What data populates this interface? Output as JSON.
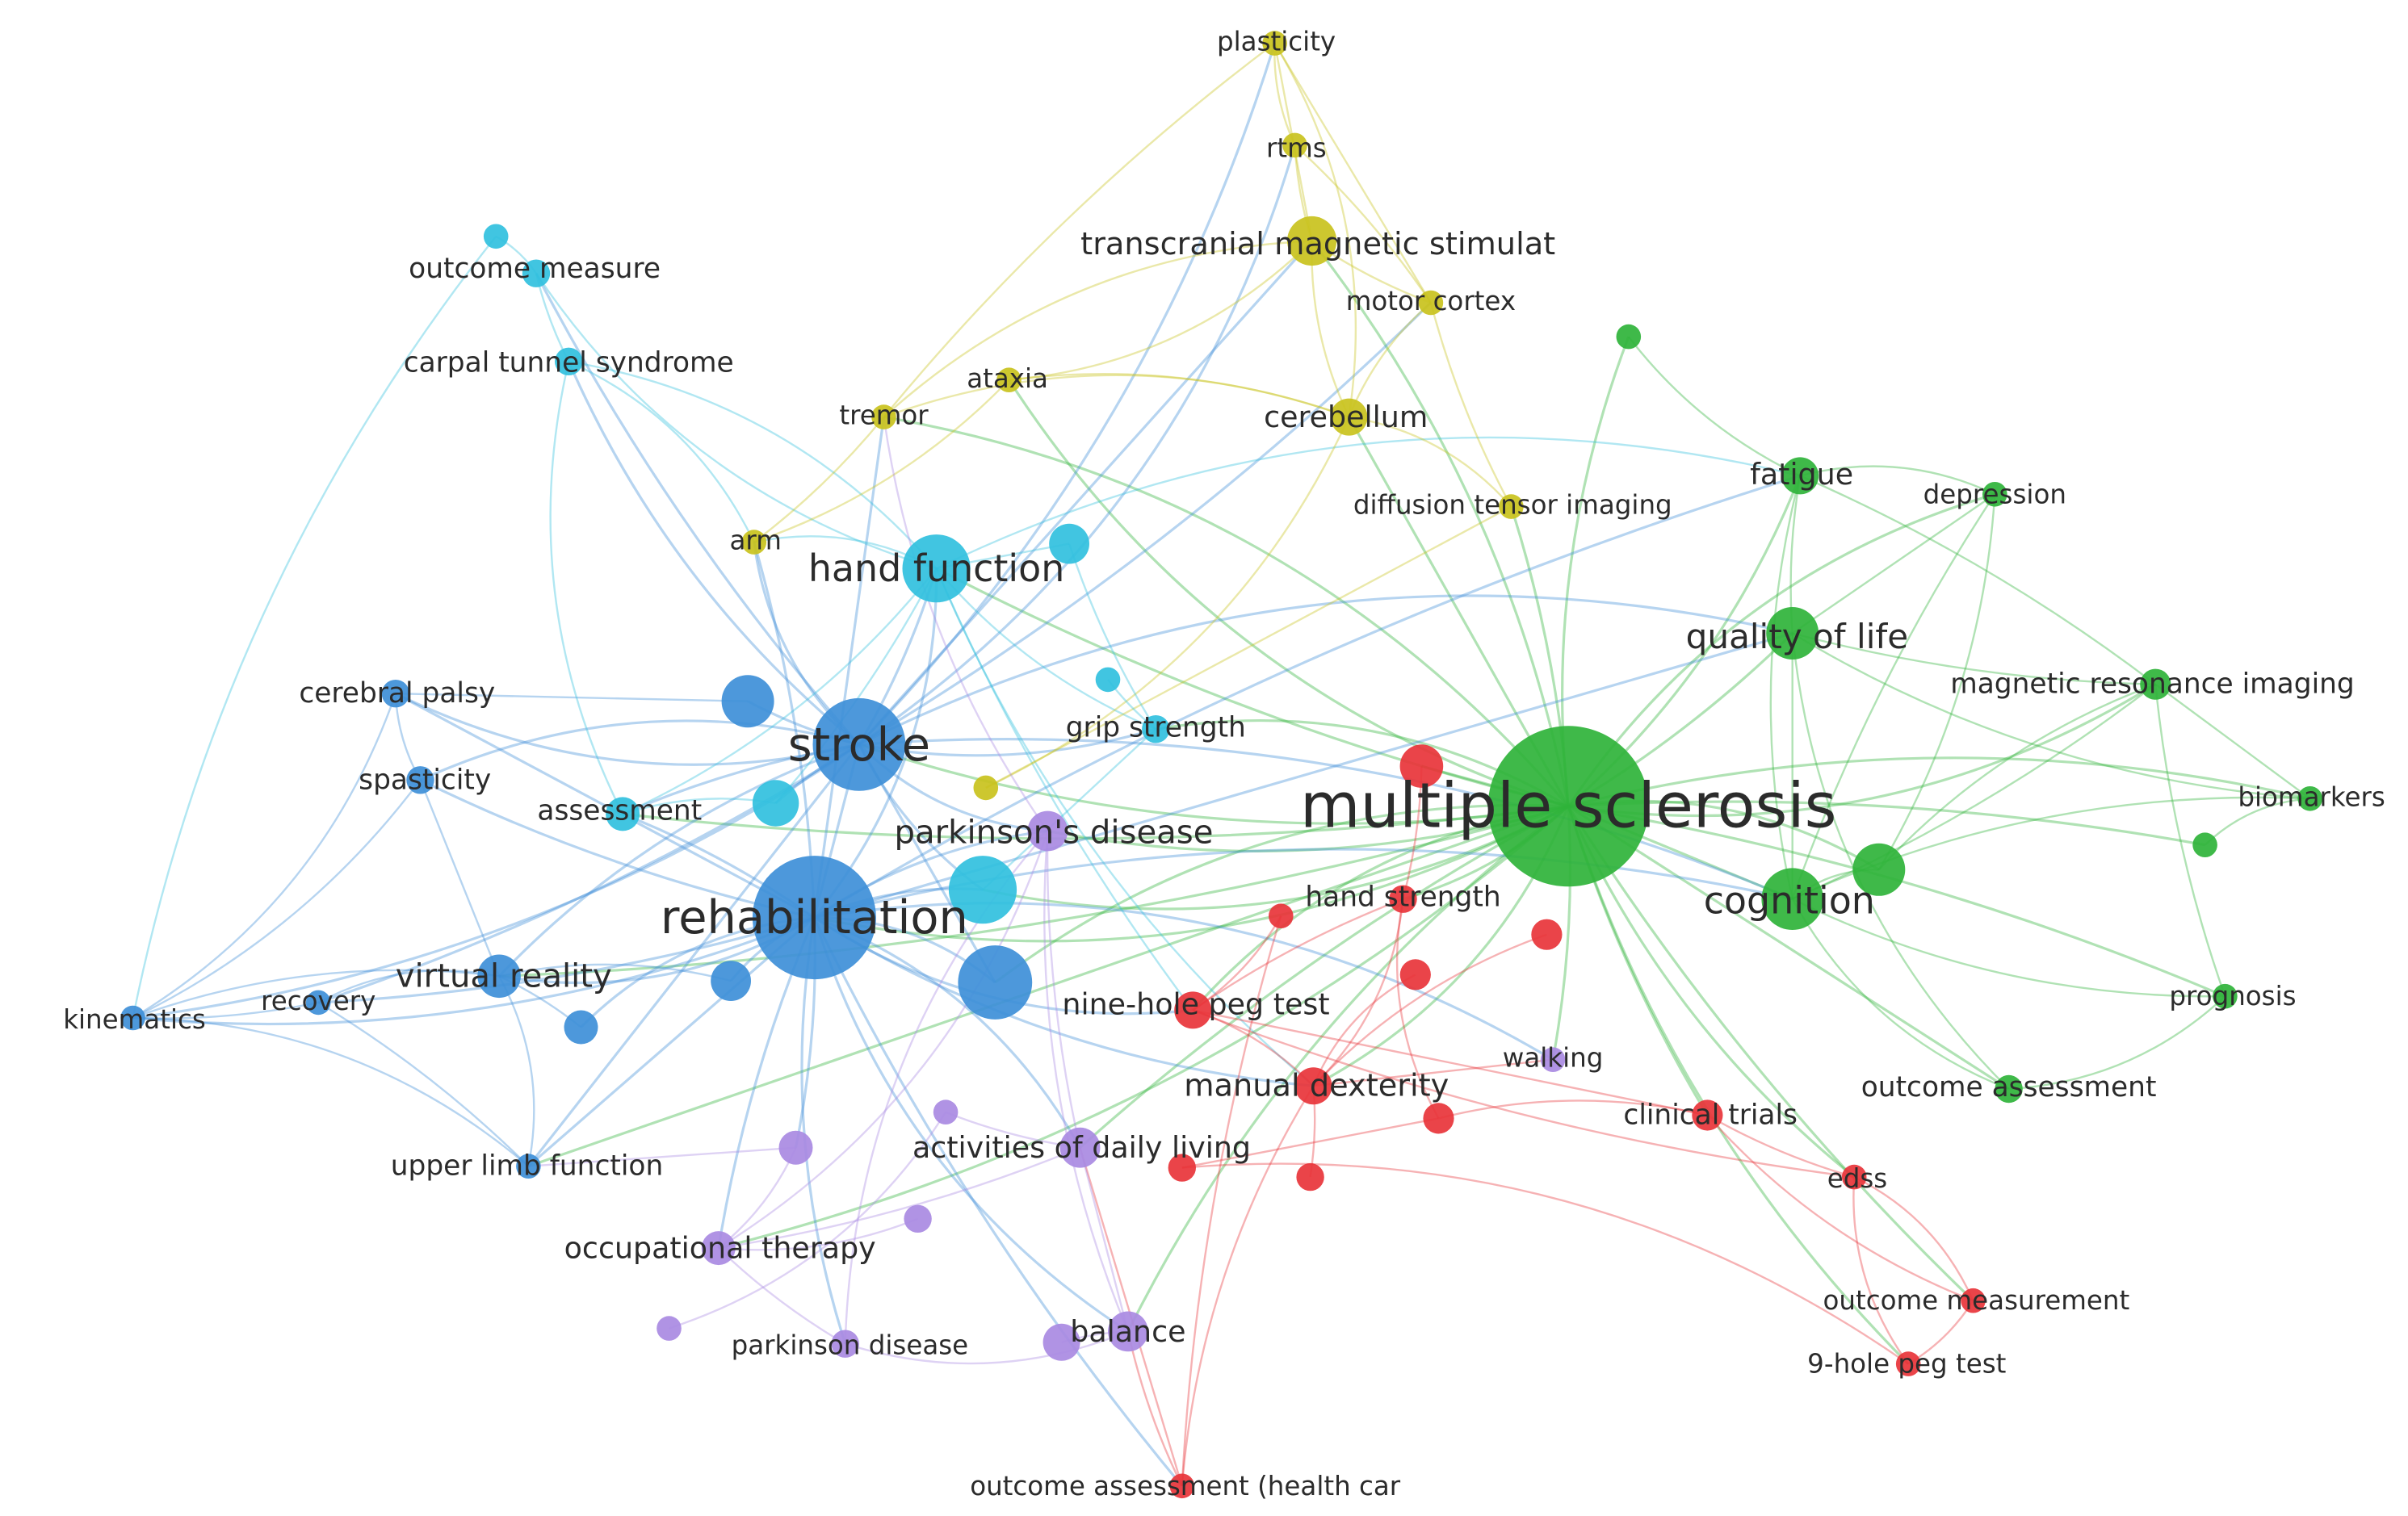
{
  "colors": {
    "green": "#2fb33a",
    "red": "#e8343a",
    "blue": "#3e8fd8",
    "cyan": "#31c0de",
    "yellow": "#c9c21d",
    "purple": "#a98ae2",
    "label": "#2b2b2b"
  },
  "nodes": [
    {
      "id": "multiple-sclerosis",
      "label": "multiple sclerosis",
      "cluster": "green",
      "weight": 10
    },
    {
      "id": "stroke",
      "label": "stroke",
      "cluster": "blue",
      "weight": 6
    },
    {
      "id": "rehabilitation",
      "label": "rehabilitation",
      "cluster": "blue",
      "weight": 9
    },
    {
      "id": "hand-function",
      "label": "hand function",
      "cluster": "cyan",
      "weight": 4
    },
    {
      "id": "cognition",
      "label": "cognition",
      "cluster": "green",
      "weight": 4
    },
    {
      "id": "quality-of-life",
      "label": "quality of life",
      "cluster": "green",
      "weight": 4
    },
    {
      "id": "virtual-reality",
      "label": "virtual reality",
      "cluster": "blue",
      "weight": 3
    },
    {
      "id": "parkinsons-disease",
      "label": "parkinson's disease",
      "cluster": "purple",
      "weight": 3
    },
    {
      "id": "nine-hole-peg-test",
      "label": "nine-hole peg test",
      "cluster": "red",
      "weight": 3
    },
    {
      "id": "manual-dexterity",
      "label": "manual dexterity",
      "cluster": "red",
      "weight": 3
    },
    {
      "id": "activities-of-daily-living",
      "label": "activities of daily living",
      "cluster": "purple",
      "weight": 3
    },
    {
      "id": "transcranial-magnetic-stimulation",
      "label": "transcranial magnetic stimulat",
      "cluster": "yellow",
      "weight": 3
    },
    {
      "id": "fatigue",
      "label": "fatigue",
      "cluster": "green",
      "weight": 3
    },
    {
      "id": "balance",
      "label": "balance",
      "cluster": "purple",
      "weight": 3
    },
    {
      "id": "cerebellum",
      "label": "cerebellum",
      "cluster": "yellow",
      "weight": 2
    },
    {
      "id": "occupational-therapy",
      "label": "occupational therapy",
      "cluster": "purple",
      "weight": 2
    },
    {
      "id": "magnetic-resonance-imaging",
      "label": "magnetic resonance imaging",
      "cluster": "green",
      "weight": 2
    },
    {
      "id": "outcome-assessment",
      "label": "outcome assessment",
      "cluster": "green",
      "weight": 2
    },
    {
      "id": "clinical-trials",
      "label": "clinical trials",
      "cluster": "red",
      "weight": 2
    },
    {
      "id": "grip-strength",
      "label": "grip strength",
      "cluster": "cyan",
      "weight": 2
    },
    {
      "id": "hand-strength",
      "label": "hand strength",
      "cluster": "red",
      "weight": 2
    },
    {
      "id": "assessment",
      "label": "assessment",
      "cluster": "cyan",
      "weight": 2
    },
    {
      "id": "upper-limb-function",
      "label": "upper limb function",
      "cluster": "blue",
      "weight": 2
    },
    {
      "id": "cerebral-palsy",
      "label": "cerebral palsy",
      "cluster": "blue",
      "weight": 2
    },
    {
      "id": "spasticity",
      "label": "spasticity",
      "cluster": "blue",
      "weight": 2
    },
    {
      "id": "recovery",
      "label": "recovery",
      "cluster": "blue",
      "weight": 2
    },
    {
      "id": "kinematics",
      "label": "kinematics",
      "cluster": "blue",
      "weight": 2
    },
    {
      "id": "outcome-measure",
      "label": "outcome measure",
      "cluster": "cyan",
      "weight": 2
    },
    {
      "id": "carpal-tunnel-syndrome",
      "label": "carpal tunnel syndrome",
      "cluster": "cyan",
      "weight": 2
    },
    {
      "id": "arm",
      "label": "arm",
      "cluster": "yellow",
      "weight": 2
    },
    {
      "id": "tremor",
      "label": "tremor",
      "cluster": "yellow",
      "weight": 2
    },
    {
      "id": "ataxia",
      "label": "ataxia",
      "cluster": "yellow",
      "weight": 2
    },
    {
      "id": "motor-cortex",
      "label": "motor cortex",
      "cluster": "yellow",
      "weight": 2
    },
    {
      "id": "rtms",
      "label": "rtms",
      "cluster": "yellow",
      "weight": 2
    },
    {
      "id": "plasticity",
      "label": "plasticity",
      "cluster": "yellow",
      "weight": 2
    },
    {
      "id": "diffusion-tensor-imaging",
      "label": "diffusion tensor imaging",
      "cluster": "yellow",
      "weight": 2
    },
    {
      "id": "depression",
      "label": "depression",
      "cluster": "green",
      "weight": 2
    },
    {
      "id": "biomarkers",
      "label": "biomarkers",
      "cluster": "green",
      "weight": 2
    },
    {
      "id": "prognosis",
      "label": "prognosis",
      "cluster": "green",
      "weight": 2
    },
    {
      "id": "walking",
      "label": "walking",
      "cluster": "purple",
      "weight": 2
    },
    {
      "id": "edss",
      "label": "edss",
      "cluster": "red",
      "weight": 2
    },
    {
      "id": "outcome-measurement",
      "label": "outcome measurement",
      "cluster": "red",
      "weight": 2
    },
    {
      "id": "9-hole-peg-test",
      "label": "9-hole peg test",
      "cluster": "red",
      "weight": 2
    },
    {
      "id": "parkinson-disease",
      "label": "parkinson disease",
      "cluster": "purple",
      "weight": 2
    },
    {
      "id": "outcome-assessment-health-care",
      "label": "outcome assessment (health car",
      "cluster": "red",
      "weight": 2
    },
    {
      "id": "blue-a",
      "label": "",
      "cluster": "blue",
      "weight": 4
    },
    {
      "id": "blue-b",
      "label": "",
      "cluster": "blue",
      "weight": 3
    },
    {
      "id": "blue-c",
      "label": "",
      "cluster": "blue",
      "weight": 2
    },
    {
      "id": "blue-d",
      "label": "",
      "cluster": "blue",
      "weight": 5
    },
    {
      "id": "cyan-a",
      "label": "",
      "cluster": "cyan",
      "weight": 3
    },
    {
      "id": "cyan-b",
      "label": "",
      "cluster": "cyan",
      "weight": 4
    },
    {
      "id": "cyan-c",
      "label": "",
      "cluster": "cyan",
      "weight": 2
    },
    {
      "id": "cyan-d",
      "label": "",
      "cluster": "cyan",
      "weight": 1
    },
    {
      "id": "cyan-e",
      "label": "",
      "cluster": "cyan",
      "weight": 1
    },
    {
      "id": "yellow-a",
      "label": "",
      "cluster": "yellow",
      "weight": 1
    },
    {
      "id": "green-a",
      "label": "",
      "cluster": "green",
      "weight": 3
    },
    {
      "id": "green-b",
      "label": "",
      "cluster": "green",
      "weight": 1
    },
    {
      "id": "green-c",
      "label": "",
      "cluster": "green",
      "weight": 1
    },
    {
      "id": "red-a",
      "label": "",
      "cluster": "red",
      "weight": 3
    },
    {
      "id": "red-b",
      "label": "",
      "cluster": "red",
      "weight": 2
    },
    {
      "id": "red-c",
      "label": "",
      "cluster": "red",
      "weight": 2
    },
    {
      "id": "red-d",
      "label": "",
      "cluster": "red",
      "weight": 2
    },
    {
      "id": "red-e",
      "label": "",
      "cluster": "red",
      "weight": 1
    },
    {
      "id": "red-f",
      "label": "",
      "cluster": "red",
      "weight": 2
    },
    {
      "id": "red-g",
      "label": "",
      "cluster": "red",
      "weight": 2
    },
    {
      "id": "purple-a",
      "label": "",
      "cluster": "purple",
      "weight": 2
    },
    {
      "id": "purple-b",
      "label": "",
      "cluster": "purple",
      "weight": 1
    },
    {
      "id": "purple-c",
      "label": "",
      "cluster": "purple",
      "weight": 1
    },
    {
      "id": "purple-d",
      "label": "",
      "cluster": "purple",
      "weight": 1
    },
    {
      "id": "purple-e",
      "label": "",
      "cluster": "purple",
      "weight": 2
    }
  ],
  "edges": [
    [
      "multiple-sclerosis",
      "rehabilitation"
    ],
    [
      "multiple-sclerosis",
      "stroke"
    ],
    [
      "multiple-sclerosis",
      "hand-function"
    ],
    [
      "multiple-sclerosis",
      "cognition"
    ],
    [
      "multiple-sclerosis",
      "quality-of-life"
    ],
    [
      "multiple-sclerosis",
      "fatigue"
    ],
    [
      "multiple-sclerosis",
      "magnetic-resonance-imaging"
    ],
    [
      "multiple-sclerosis",
      "depression"
    ],
    [
      "multiple-sclerosis",
      "biomarkers"
    ],
    [
      "multiple-sclerosis",
      "prognosis"
    ],
    [
      "multiple-sclerosis",
      "outcome-assessment"
    ],
    [
      "multiple-sclerosis",
      "clinical-trials"
    ],
    [
      "multiple-sclerosis",
      "edss"
    ],
    [
      "multiple-sclerosis",
      "nine-hole-peg-test"
    ],
    [
      "multiple-sclerosis",
      "manual-dexterity"
    ],
    [
      "multiple-sclerosis",
      "hand-strength"
    ],
    [
      "multiple-sclerosis",
      "walking"
    ],
    [
      "multiple-sclerosis",
      "cerebellum"
    ],
    [
      "multiple-sclerosis",
      "diffusion-tensor-imaging"
    ],
    [
      "multiple-sclerosis",
      "transcranial-magnetic-stimulation"
    ],
    [
      "multiple-sclerosis",
      "tremor"
    ],
    [
      "multiple-sclerosis",
      "ataxia"
    ],
    [
      "multiple-sclerosis",
      "parkinsons-disease"
    ],
    [
      "multiple-sclerosis",
      "virtual-reality"
    ],
    [
      "multiple-sclerosis",
      "upper-limb-function"
    ],
    [
      "multiple-sclerosis",
      "activities-of-daily-living"
    ],
    [
      "multiple-sclerosis",
      "balance"
    ],
    [
      "multiple-sclerosis",
      "grip-strength"
    ],
    [
      "multiple-sclerosis",
      "green-a"
    ],
    [
      "multiple-sclerosis",
      "green-b"
    ],
    [
      "multiple-sclerosis",
      "green-c"
    ],
    [
      "multiple-sclerosis",
      "red-a"
    ],
    [
      "multiple-sclerosis",
      "outcome-measurement"
    ],
    [
      "multiple-sclerosis",
      "9-hole-peg-test"
    ],
    [
      "multiple-sclerosis",
      "blue-d"
    ],
    [
      "multiple-sclerosis",
      "cyan-b"
    ],
    [
      "multiple-sclerosis",
      "occupational-therapy"
    ],
    [
      "multiple-sclerosis",
      "assessment"
    ],
    [
      "stroke",
      "rehabilitation"
    ],
    [
      "stroke",
      "hand-function"
    ],
    [
      "stroke",
      "virtual-reality"
    ],
    [
      "stroke",
      "spasticity"
    ],
    [
      "stroke",
      "cerebral-palsy"
    ],
    [
      "stroke",
      "kinematics"
    ],
    [
      "stroke",
      "recovery"
    ],
    [
      "stroke",
      "upper-limb-function"
    ],
    [
      "stroke",
      "assessment"
    ],
    [
      "stroke",
      "grip-strength"
    ],
    [
      "stroke",
      "parkinsons-disease"
    ],
    [
      "stroke",
      "arm"
    ],
    [
      "stroke",
      "carpal-tunnel-syndrome"
    ],
    [
      "stroke",
      "outcome-measure"
    ],
    [
      "stroke",
      "transcranial-magnetic-stimulation"
    ],
    [
      "stroke",
      "motor-cortex"
    ],
    [
      "stroke",
      "plasticity"
    ],
    [
      "stroke",
      "rtms"
    ],
    [
      "stroke",
      "quality-of-life"
    ],
    [
      "stroke",
      "cognition"
    ],
    [
      "stroke",
      "blue-a"
    ],
    [
      "stroke",
      "blue-d"
    ],
    [
      "stroke",
      "cyan-a"
    ],
    [
      "stroke",
      "cyan-b"
    ],
    [
      "rehabilitation",
      "hand-function"
    ],
    [
      "rehabilitation",
      "virtual-reality"
    ],
    [
      "rehabilitation",
      "kinematics"
    ],
    [
      "rehabilitation",
      "recovery"
    ],
    [
      "rehabilitation",
      "upper-limb-function"
    ],
    [
      "rehabilitation",
      "occupational-therapy"
    ],
    [
      "rehabilitation",
      "parkinson-disease"
    ],
    [
      "rehabilitation",
      "balance"
    ],
    [
      "rehabilitation",
      "activities-of-daily-living"
    ],
    [
      "rehabilitation",
      "parkinsons-disease"
    ],
    [
      "rehabilitation",
      "spasticity"
    ],
    [
      "rehabilitation",
      "cerebral-palsy"
    ],
    [
      "rehabilitation",
      "assessment"
    ],
    [
      "rehabilitation",
      "manual-dexterity"
    ],
    [
      "rehabilitation",
      "nine-hole-peg-test"
    ],
    [
      "rehabilitation",
      "walking"
    ],
    [
      "rehabilitation",
      "cognition"
    ],
    [
      "rehabilitation",
      "fatigue"
    ],
    [
      "rehabilitation",
      "quality-of-life"
    ],
    [
      "rehabilitation",
      "outcome-assessment-health-care"
    ],
    [
      "rehabilitation",
      "blue-b"
    ],
    [
      "rehabilitation",
      "blue-c"
    ],
    [
      "rehabilitation",
      "blue-d"
    ],
    [
      "rehabilitation",
      "cyan-b"
    ],
    [
      "rehabilitation",
      "purple-a"
    ],
    [
      "rehabilitation",
      "tremor"
    ],
    [
      "rehabilitation",
      "arm"
    ],
    [
      "hand-function",
      "grip-strength"
    ],
    [
      "hand-function",
      "carpal-tunnel-syndrome"
    ],
    [
      "hand-function",
      "outcome-measure"
    ],
    [
      "hand-function",
      "assessment"
    ],
    [
      "hand-function",
      "cyan-a"
    ],
    [
      "hand-function",
      "cyan-c"
    ],
    [
      "hand-function",
      "nine-hole-peg-test"
    ],
    [
      "hand-function",
      "manual-dexterity"
    ],
    [
      "hand-function",
      "arm"
    ],
    [
      "hand-function",
      "fatigue"
    ],
    [
      "cognition",
      "fatigue"
    ],
    [
      "cognition",
      "depression"
    ],
    [
      "cognition",
      "quality-of-life"
    ],
    [
      "cognition",
      "magnetic-resonance-imaging"
    ],
    [
      "cognition",
      "prognosis"
    ],
    [
      "cognition",
      "outcome-assessment"
    ],
    [
      "cognition",
      "green-a"
    ],
    [
      "cognition",
      "biomarkers"
    ],
    [
      "quality-of-life",
      "fatigue"
    ],
    [
      "quality-of-life",
      "depression"
    ],
    [
      "quality-of-life",
      "magnetic-resonance-imaging"
    ],
    [
      "quality-of-life",
      "biomarkers"
    ],
    [
      "quality-of-life",
      "outcome-assessment"
    ],
    [
      "fatigue",
      "depression"
    ],
    [
      "fatigue",
      "green-b"
    ],
    [
      "fatigue",
      "magnetic-resonance-imaging"
    ],
    [
      "magnetic-resonance-imaging",
      "biomarkers"
    ],
    [
      "magnetic-resonance-imaging",
      "prognosis"
    ],
    [
      "magnetic-resonance-imaging",
      "green-a"
    ],
    [
      "biomarkers",
      "green-c"
    ],
    [
      "prognosis",
      "outcome-assessment"
    ],
    [
      "depression",
      "green-a"
    ],
    [
      "transcranial-magnetic-stimulation",
      "rtms"
    ],
    [
      "transcranial-magnetic-stimulation",
      "plasticity"
    ],
    [
      "transcranial-magnetic-stimulation",
      "motor-cortex"
    ],
    [
      "transcranial-magnetic-stimulation",
      "cerebellum"
    ],
    [
      "transcranial-magnetic-stimulation",
      "tremor"
    ],
    [
      "transcranial-magnetic-stimulation",
      "ataxia"
    ],
    [
      "rtms",
      "plasticity"
    ],
    [
      "rtms",
      "motor-cortex"
    ],
    [
      "plasticity",
      "motor-cortex"
    ],
    [
      "plasticity",
      "tremor"
    ],
    [
      "cerebellum",
      "ataxia"
    ],
    [
      "cerebellum",
      "tremor"
    ],
    [
      "cerebellum",
      "diffusion-tensor-imaging"
    ],
    [
      "cerebellum",
      "motor-cortex"
    ],
    [
      "diffusion-tensor-imaging",
      "motor-cortex"
    ],
    [
      "diffusion-tensor-imaging",
      "yellow-a"
    ],
    [
      "arm",
      "tremor"
    ],
    [
      "arm",
      "ataxia"
    ],
    [
      "yellow-a",
      "cerebellum"
    ],
    [
      "plasticity",
      "cerebellum"
    ],
    [
      "nine-hole-peg-test",
      "manual-dexterity"
    ],
    [
      "nine-hole-peg-test",
      "hand-strength"
    ],
    [
      "nine-hole-peg-test",
      "clinical-trials"
    ],
    [
      "nine-hole-peg-test",
      "edss"
    ],
    [
      "nine-hole-peg-test",
      "red-b"
    ],
    [
      "manual-dexterity",
      "hand-strength"
    ],
    [
      "manual-dexterity",
      "red-c"
    ],
    [
      "manual-dexterity",
      "red-d"
    ],
    [
      "manual-dexterity",
      "red-e"
    ],
    [
      "manual-dexterity",
      "walking"
    ],
    [
      "clinical-trials",
      "edss"
    ],
    [
      "clinical-trials",
      "outcome-measurement"
    ],
    [
      "edss",
      "9-hole-peg-test"
    ],
    [
      "edss",
      "outcome-measurement"
    ],
    [
      "outcome-measurement",
      "9-hole-peg-test"
    ],
    [
      "red-a",
      "hand-strength"
    ],
    [
      "red-f",
      "red-g"
    ],
    [
      "red-b",
      "outcome-assessment-health-care"
    ],
    [
      "manual-dexterity",
      "outcome-assessment-health-care"
    ],
    [
      "hand-strength",
      "red-f"
    ],
    [
      "red-g",
      "9-hole-peg-test"
    ],
    [
      "red-f",
      "clinical-trials"
    ],
    [
      "outcome-assessment-health-care",
      "balance"
    ],
    [
      "outcome-assessment-health-care",
      "activities-of-daily-living"
    ],
    [
      "parkinsons-disease",
      "activities-of-daily-living"
    ],
    [
      "parkinsons-disease",
      "balance"
    ],
    [
      "parkinsons-disease",
      "parkinson-disease"
    ],
    [
      "parkinsons-disease",
      "occupational-therapy"
    ],
    [
      "parkinsons-disease",
      "tremor"
    ],
    [
      "activities-of-daily-living",
      "occupational-therapy"
    ],
    [
      "activities-of-daily-living",
      "balance"
    ],
    [
      "occupational-therapy",
      "parkinson-disease"
    ],
    [
      "occupational-therapy",
      "purple-a"
    ],
    [
      "parkinson-disease",
      "balance"
    ],
    [
      "purple-b",
      "purple-d"
    ],
    [
      "purple-c",
      "occupational-therapy"
    ],
    [
      "purple-e",
      "balance"
    ],
    [
      "purple-a",
      "upper-limb-function"
    ],
    [
      "purple-b",
      "activities-of-daily-living"
    ],
    [
      "virtual-reality",
      "kinematics"
    ],
    [
      "virtual-reality",
      "recovery"
    ],
    [
      "virtual-reality",
      "upper-limb-function"
    ],
    [
      "virtual-reality",
      "blue-b"
    ],
    [
      "virtual-reality",
      "blue-c"
    ],
    [
      "virtual-reality",
      "spasticity"
    ],
    [
      "kinematics",
      "recovery"
    ],
    [
      "kinematics",
      "spasticity"
    ],
    [
      "kinematics",
      "cerebral-palsy"
    ],
    [
      "kinematics",
      "upper-limb-function"
    ],
    [
      "spasticity",
      "cerebral-palsy"
    ],
    [
      "recovery",
      "upper-limb-function"
    ],
    [
      "cerebral-palsy",
      "blue-a"
    ],
    [
      "outcome-measure",
      "carpal-tunnel-syndrome"
    ],
    [
      "outcome-measure",
      "cyan-e"
    ],
    [
      "carpal-tunnel-syndrome",
      "assessment"
    ],
    [
      "carpal-tunnel-syndrome",
      "arm"
    ],
    [
      "assessment",
      "cyan-a"
    ],
    [
      "grip-strength",
      "cyan-d"
    ],
    [
      "grip-strength",
      "cyan-b"
    ],
    [
      "cyan-c",
      "grip-strength"
    ],
    [
      "cyan-e",
      "kinematics"
    ]
  ]
}
